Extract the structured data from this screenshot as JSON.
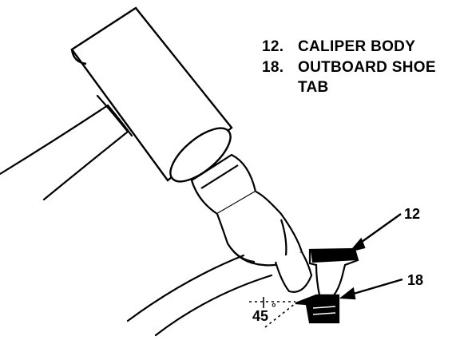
{
  "legend": {
    "items": [
      {
        "num": "12.",
        "text": "CALIPER BODY"
      },
      {
        "num": "18.",
        "text": "OUTBOARD SHOE"
      }
    ],
    "continuation": "TAB"
  },
  "callouts": {
    "caliper_body": "12",
    "outboard_shoe_tab": "18"
  },
  "angle_label": "45",
  "degree_mark": "°",
  "colors": {
    "ink": "#000000",
    "paper": "#ffffff"
  }
}
